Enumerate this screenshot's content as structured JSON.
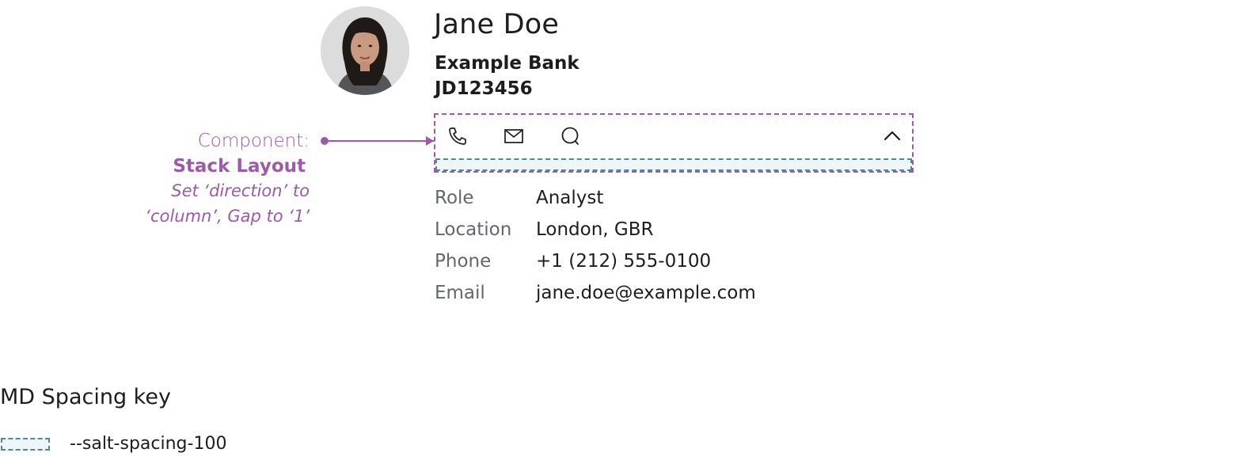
{
  "profile": {
    "name": "Jane Doe",
    "company": "Example Bank",
    "id": "JD123456"
  },
  "actions": {
    "icons": [
      "phone-icon",
      "mail-icon",
      "chat-icon",
      "chevron-up-icon"
    ]
  },
  "annotation": {
    "component_prefix": "Component:",
    "component_name": "Stack Layout",
    "note_line1": "Set ‘direction’ to",
    "note_line2": "‘column’, Gap to ‘1’"
  },
  "details": [
    {
      "label": "Role",
      "value": "Analyst"
    },
    {
      "label": "Location",
      "value": "London, GBR"
    },
    {
      "label": "Phone",
      "value": "+1 (212) 555-0100"
    },
    {
      "label": "Email",
      "value": "jane.doe@example.com"
    }
  ],
  "key": {
    "title": "MD Spacing key",
    "item_label": "--salt-spacing-100"
  },
  "colors": {
    "annotation": "#9c5aa8",
    "spacing": "#4b8a9a"
  }
}
